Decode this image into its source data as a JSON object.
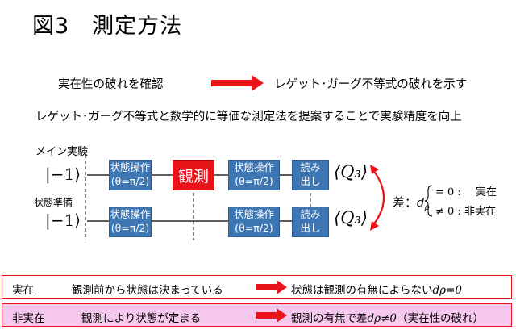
{
  "title": "図3　測定方法",
  "row1": {
    "left": "実在性の破れを確認",
    "right": "レゲット･ガーグ不等式の破れを示す"
  },
  "description": "レゲット･ガーグ不等式と数学的に等価な測定法を提案することで実験精度を向上",
  "diagram": {
    "main_label": "メイン実験",
    "prep_label": "状態準備",
    "ket_top": "|−1⟩",
    "ket_bottom": "|−1⟩",
    "op_line1": "状態操作",
    "op_line2": "(θ=π/2)",
    "measure": "観測",
    "readout_line1": "読み",
    "readout_line2": "出し",
    "q_top": "⟨Q₃⟩",
    "q_bottom": "⟨Q₃⟩",
    "diff_label": "差：",
    "d_symbol": "d",
    "d_sub": "ρ",
    "case1_cond": "= 0 :",
    "case1_result": "実在",
    "case2_cond": "≠ 0 :",
    "case2_result": "非実在"
  },
  "bottom": {
    "box1": {
      "term": "実在",
      "desc": "観測前から状態は決まっている",
      "result_prefix": "状態は観測の有無によらない",
      "result_math": "dρ=0"
    },
    "box2": {
      "term": "非実在",
      "desc": "観測により状態が定まる",
      "result_prefix": "観測の有無で差",
      "result_math": "dρ≠0",
      "result_suffix": "（実在性の破れ）"
    }
  },
  "colors": {
    "accent_red": "#e8141a",
    "box_blue": "#3d76b3",
    "pink_fill": "#f6c8ee"
  }
}
